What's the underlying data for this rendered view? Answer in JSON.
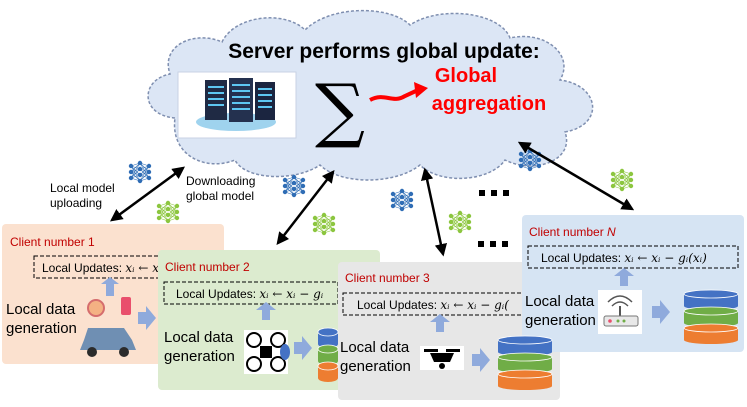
{
  "server": {
    "title": "Server performs global update:",
    "sum_symbol": "∑",
    "global_label_line1": "Global",
    "global_label_line2": "aggregation"
  },
  "labels": {
    "upload_line1": "Local model",
    "upload_line2": "uploading",
    "download_line1": "Downloading",
    "download_line2": "global model",
    "ellipsis": "■ ■ ■"
  },
  "clients": [
    {
      "title": "Client number 1",
      "update_prefix": "Local Updates: ",
      "update_formula": "xᵢ ← xᵢ",
      "data_line1": "Local data",
      "data_line2": "generation",
      "device": "car-phone-icon"
    },
    {
      "title": "Client number 2",
      "update_prefix": "Local Updates: ",
      "update_formula": "xᵢ ← xᵢ − gᵢ",
      "data_line1": "Local data",
      "data_line2": "generation",
      "device": "drone-top-icon"
    },
    {
      "title": "Client number 3",
      "update_prefix": "Local Updates: ",
      "update_formula": "xᵢ ← xᵢ − gᵢ(",
      "data_line1": "Local data",
      "data_line2": "generation",
      "device": "drone-icon"
    },
    {
      "title_prefix": "Client number ",
      "title_n": "N",
      "update_prefix": "Local Updates: ",
      "update_formula": "xᵢ ← xᵢ − gᵢ(xᵢ)",
      "data_line1": "Local data",
      "data_line2": "generation",
      "device": "router-icon"
    }
  ],
  "colors": {
    "cloud_fill": "#dce6f5",
    "cloud_stroke": "#7f8fb0",
    "client1_fill": "#fbe1cf",
    "client2_fill": "#dcebcf",
    "client3_fill": "#e7e7e7",
    "clientN_fill": "#d6e4f3",
    "title_red": "#c00000",
    "global_red": "#ff0000",
    "nn_blue": "#2f6db5",
    "nn_green": "#8cc63f"
  }
}
